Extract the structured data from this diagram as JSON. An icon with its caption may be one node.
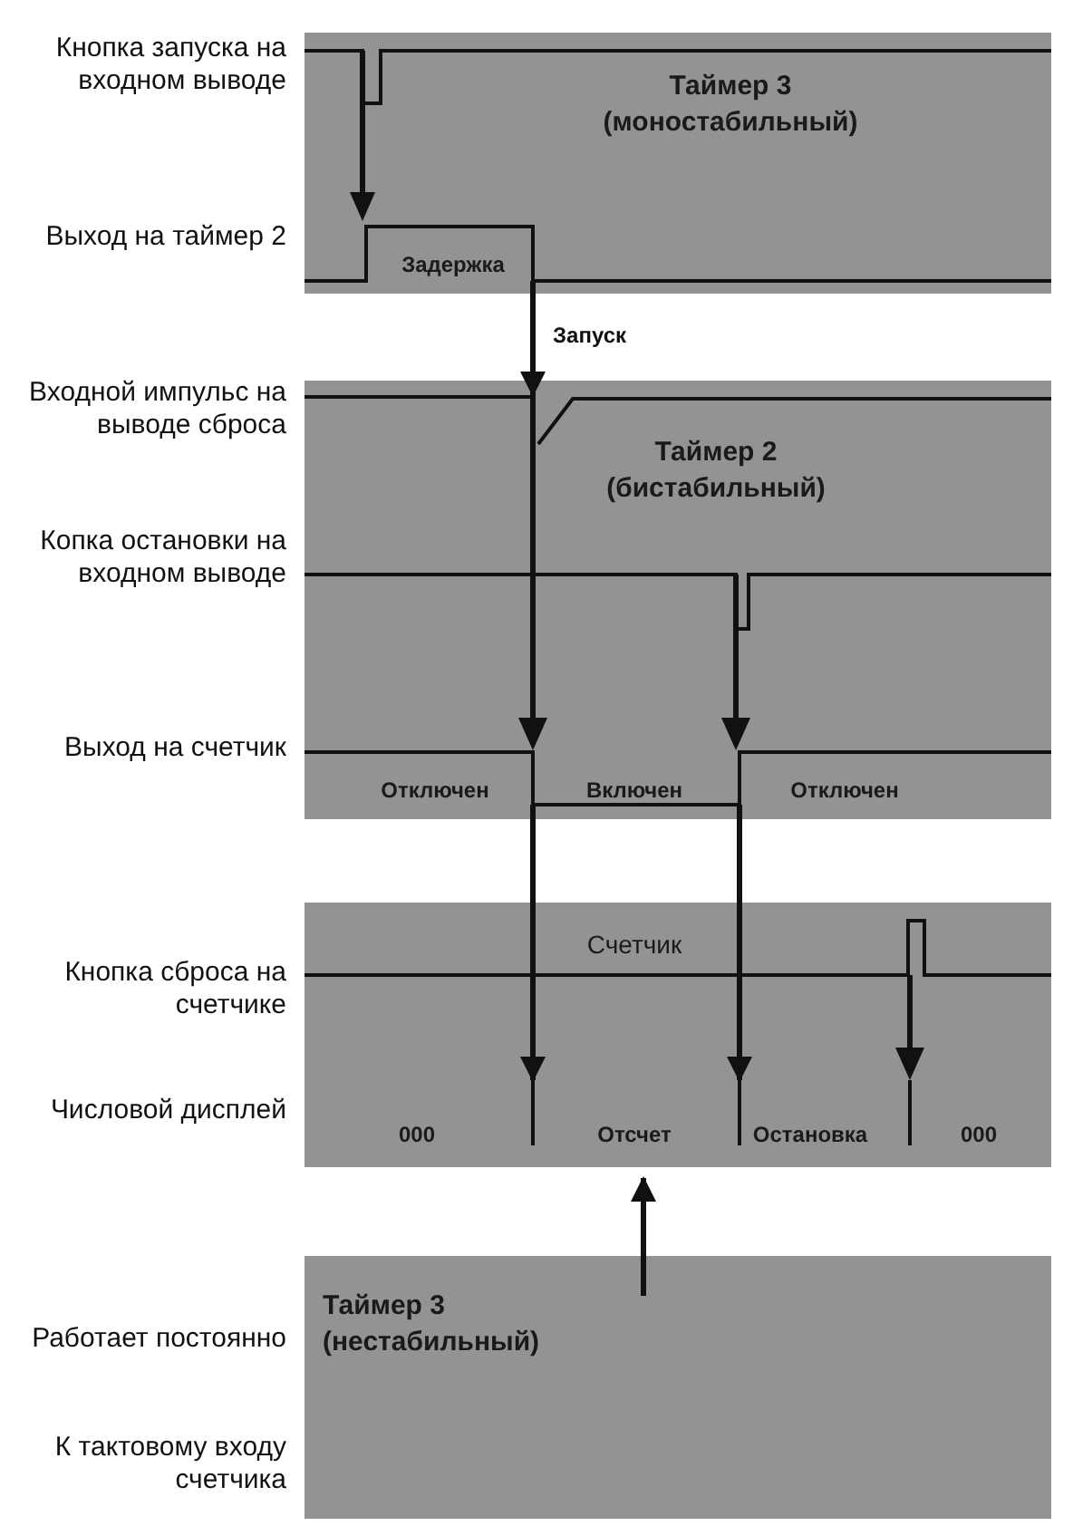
{
  "diagram": {
    "nodes": [
      {
        "text": [
          "Таймер 3 (моностабильный)",
          "Задержка"
        ],
        "beside": [
          "Кнопка запуска на входном выводе",
          "Выход на таймер 2"
        ]
      },
      {
        "text": [
          "Таймер 2 (бистабильный)",
          "Отключен",
          "Включен",
          "Отключен"
        ],
        "beside": [
          "Входной импульс на выводе сброса",
          "Копка остановки на входном выводе",
          "Выход на счетчик"
        ]
      },
      {
        "text": [
          "Счетчик",
          "000",
          "Отсчет",
          "Остановка",
          "000"
        ],
        "beside": [
          "Кнопка сброса на счетчике",
          "Числовой дисплей"
        ]
      },
      {
        "text": [
          "Таймер 3 (нестабильный)"
        ],
        "beside": [
          "Работает постоянно",
          "К тактовому входу счетчика"
        ]
      }
    ],
    "edges": [
      {
        "from": 0,
        "to": 1,
        "arrow": "to",
        "label": "Запуск"
      },
      {
        "from": 1,
        "to": 2,
        "arrow": "to"
      },
      {
        "from": 1,
        "to": 2,
        "arrow": "to"
      },
      {
        "from": 3,
        "to": 2,
        "arrow": "to"
      }
    ]
  }
}
